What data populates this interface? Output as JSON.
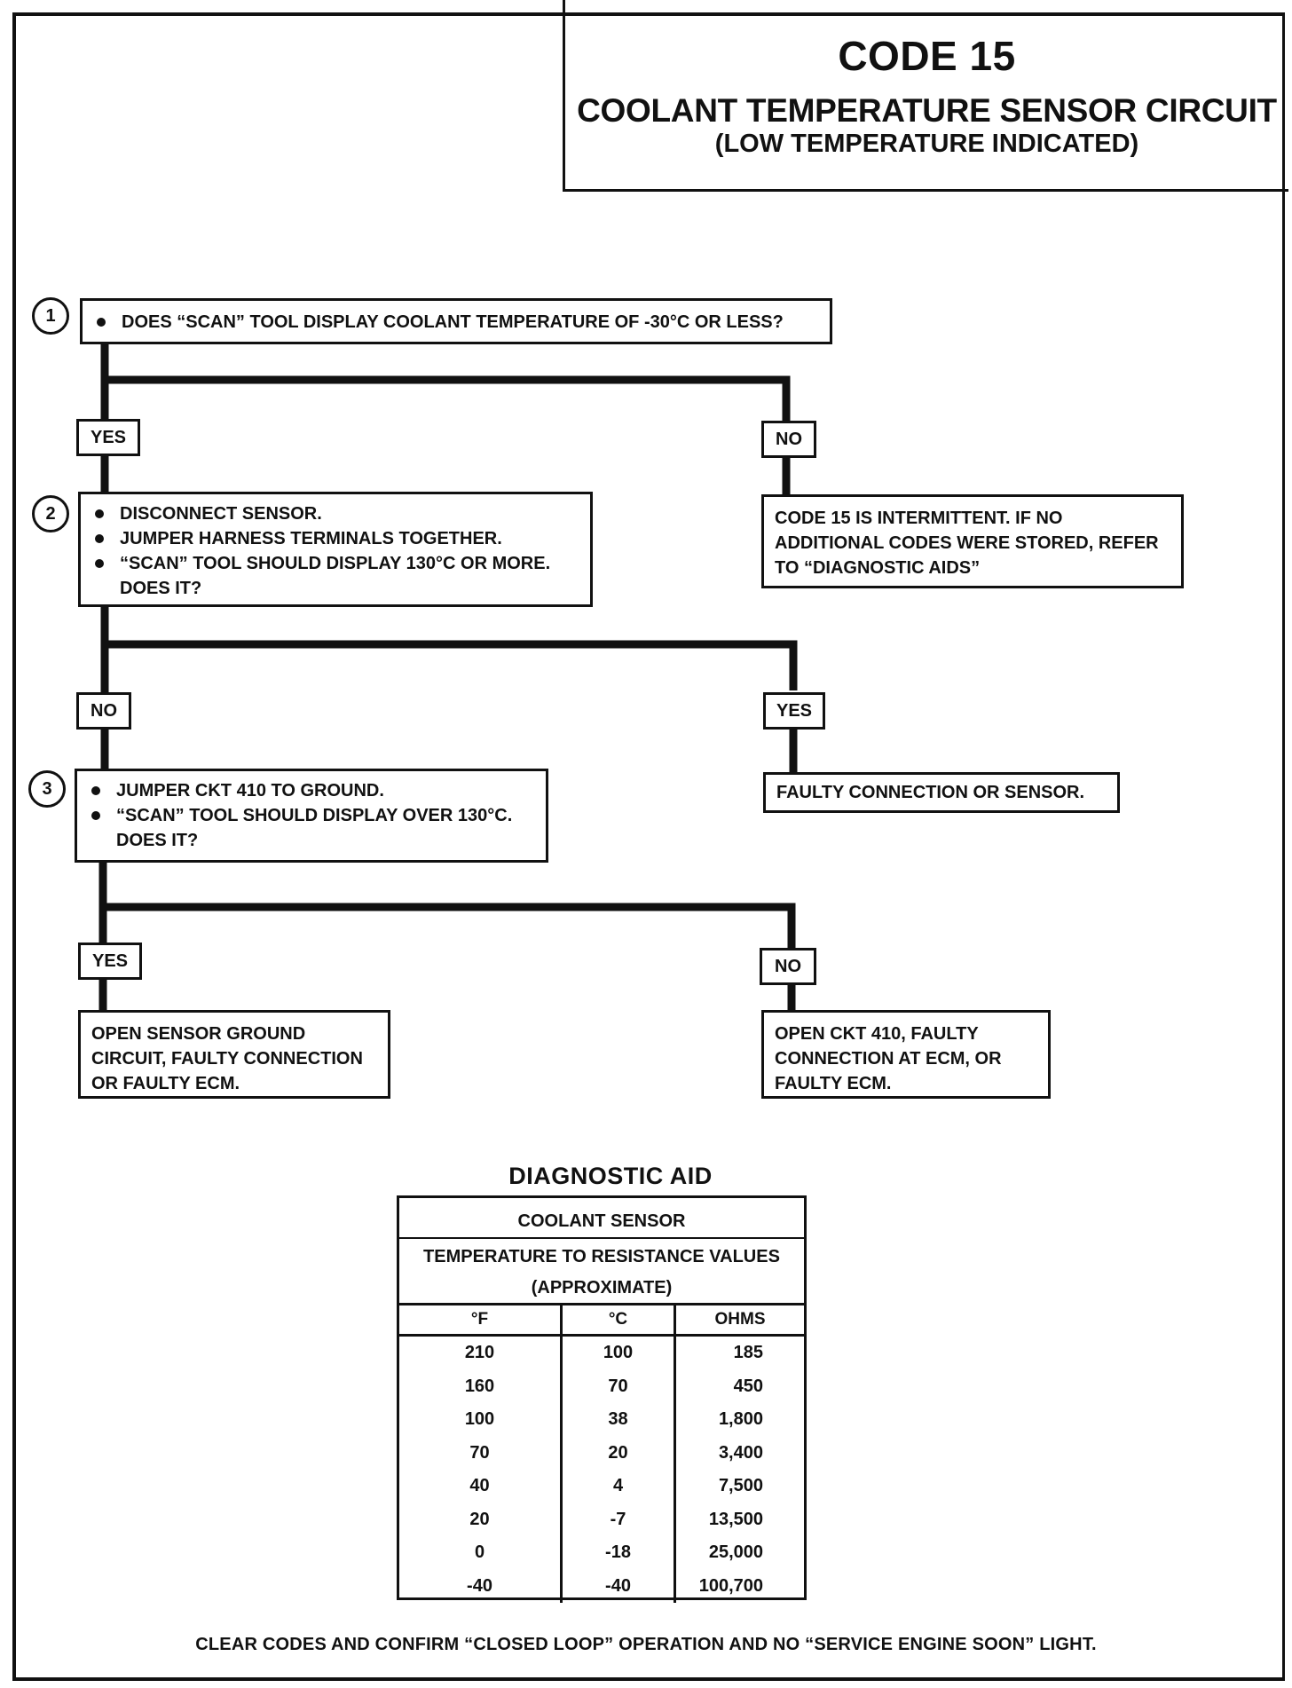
{
  "header": {
    "code": "CODE 15",
    "title": "COOLANT TEMPERATURE SENSOR CIRCUIT",
    "subtitle": "(LOW TEMPERATURE INDICATED)"
  },
  "steps": [
    {
      "number": "1",
      "items": [
        "DOES “SCAN” TOOL DISPLAY COOLANT TEMPERATURE OF -30°C OR LESS?"
      ],
      "continuation": ""
    },
    {
      "number": "2",
      "items": [
        "DISCONNECT SENSOR.",
        "JUMPER HARNESS TERMINALS TOGETHER.",
        "“SCAN” TOOL SHOULD DISPLAY 130°C OR MORE."
      ],
      "continuation": "DOES IT?"
    },
    {
      "number": "3",
      "items": [
        "JUMPER CKT 410 TO GROUND.",
        "“SCAN” TOOL SHOULD DISPLAY OVER 130°C."
      ],
      "continuation": "DOES IT?"
    }
  ],
  "branch_labels": {
    "s1_yes": "YES",
    "s1_no": "NO",
    "s2_no": "NO",
    "s2_yes": "YES",
    "s3_yes": "YES",
    "s3_no": "NO"
  },
  "results": {
    "intermittent": [
      "CODE 15 IS INTERMITTENT.  IF NO",
      "ADDITIONAL CODES WERE STORED, REFER",
      "TO “DIAGNOSTIC AIDS”"
    ],
    "faulty_connection": [
      "FAULTY CONNECTION OR SENSOR."
    ],
    "open_ground": [
      "OPEN SENSOR GROUND",
      "CIRCUIT, FAULTY CONNECTION",
      "OR FAULTY ECM."
    ],
    "open_ckt": [
      "OPEN CKT 410, FAULTY",
      "CONNECTION AT ECM, OR",
      "FAULTY ECM."
    ]
  },
  "diagnostic_aid": {
    "title": "DIAGNOSTIC AID",
    "table_title": "COOLANT SENSOR",
    "table_subtitle_1": "TEMPERATURE TO RESISTANCE VALUES",
    "table_subtitle_2": "(APPROXIMATE)",
    "columns": [
      "°F",
      "°C",
      "OHMS"
    ],
    "rows": [
      [
        "210",
        "100",
        "185"
      ],
      [
        "160",
        "70",
        "450"
      ],
      [
        "100",
        "38",
        "1,800"
      ],
      [
        "70",
        "20",
        "3,400"
      ],
      [
        "40",
        "4",
        "7,500"
      ],
      [
        "20",
        "-7",
        "13,500"
      ],
      [
        "0",
        "-18",
        "25,000"
      ],
      [
        "-40",
        "-40",
        "100,700"
      ]
    ]
  },
  "footer": "CLEAR CODES AND CONFIRM “CLOSED LOOP”  OPERATION AND NO “SERVICE ENGINE SOON” LIGHT."
}
